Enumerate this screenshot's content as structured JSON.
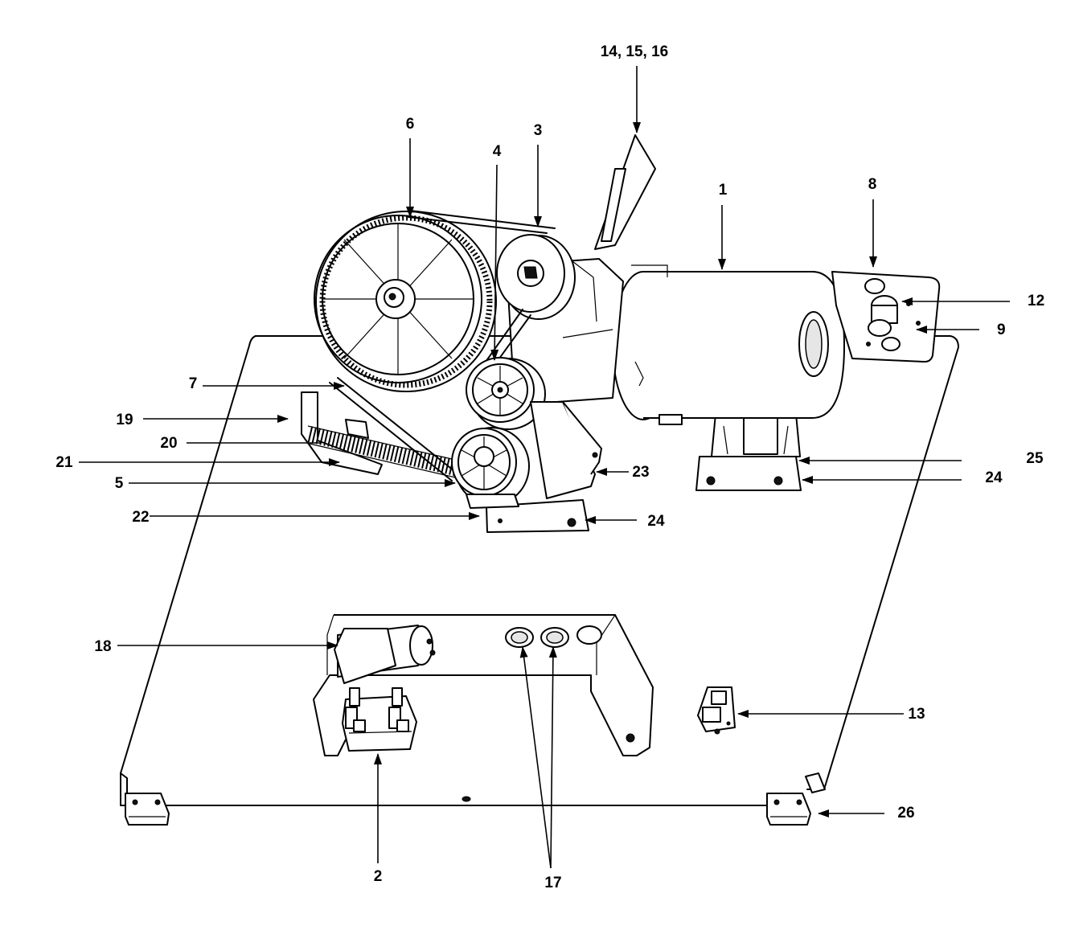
{
  "callouts": {
    "c1": "1",
    "c2": "2",
    "c3": "3",
    "c4": "4",
    "c5": "5",
    "c6": "6",
    "c7": "7",
    "c8": "8",
    "c9": "9",
    "c12": "12",
    "c13": "13",
    "c14_16": "14, 15, 16",
    "c17": "17",
    "c18": "18",
    "c19": "19",
    "c20": "20",
    "c21": "21",
    "c22": "22",
    "c23": "23",
    "c24a": "24",
    "c24b": "24",
    "c25": "25",
    "c26": "26"
  }
}
